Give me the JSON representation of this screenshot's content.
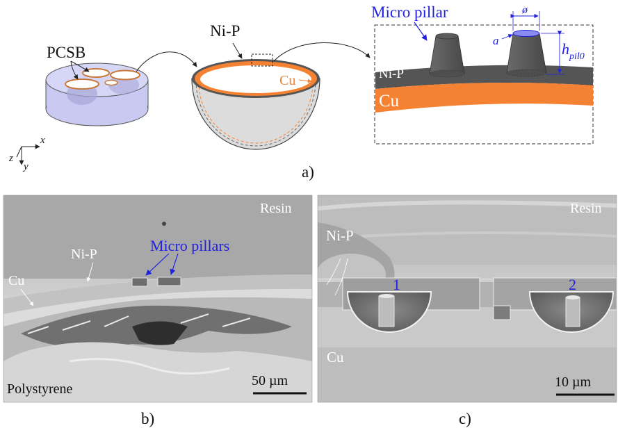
{
  "colors": {
    "copper": "#f58232",
    "nip": "#555555",
    "resin_blue": "#c9c9f2",
    "label_blue": "#2020e0",
    "sem_light": "#cfcfcf",
    "sem_dark": "#3a3a3a"
  },
  "panel_a": {
    "label": "a)",
    "pcsb": "PCSB",
    "nip_top": "Ni-P",
    "cu_cup": "Cu",
    "micro_pillar": "Micro pillar",
    "phi": "ø",
    "a": "a",
    "h_base": "h",
    "h_sub": "pil0",
    "nip_layer": "Ni-P",
    "cu_layer": "Cu",
    "axis_x": "x",
    "axis_y": "y",
    "axis_z": "z"
  },
  "panel_b": {
    "label": "b)",
    "resin": "Resin",
    "nip": "Ni-P",
    "cu": "Cu",
    "micro_pillars": "Micro pillars",
    "polystyrene": "Polystyrene",
    "scale": "50 µm"
  },
  "panel_c": {
    "label": "c)",
    "nip": "Ni-P",
    "resin": "Resin",
    "cu": "Cu",
    "pit1": "1",
    "pit2": "2",
    "scale": "10 µm"
  }
}
